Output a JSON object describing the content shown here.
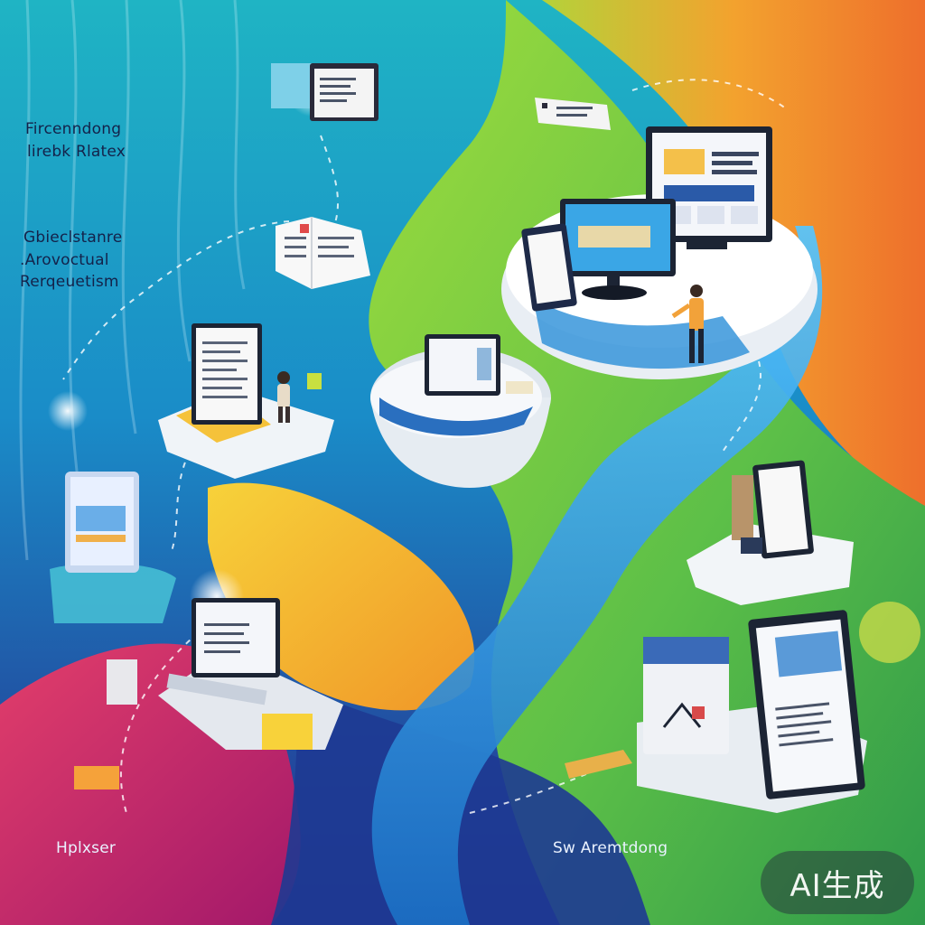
{
  "labels": {
    "top_left_1": "Fircenndong",
    "top_left_2": "lirebk Rlatex",
    "mid_left_1": "Gbieclstanre",
    "mid_left_2": ".Arovoctual",
    "mid_left_3": "Rerqeuetism",
    "bottom_left": "Hplxser",
    "bottom_center": "Sw Aremtdong"
  },
  "watermark": "AI生成",
  "colors": {
    "teal": "#1fb0c8",
    "green": "#6cc64a",
    "orange": "#f08a2a",
    "yellow": "#f7c43a",
    "magenta": "#d8286a",
    "navy": "#23308a",
    "river": "#2ea6e8"
  }
}
